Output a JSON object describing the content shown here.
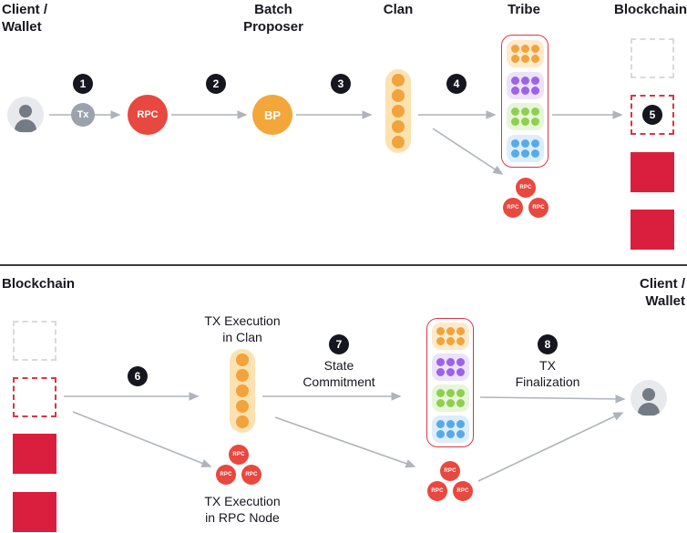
{
  "labels": {
    "rpc": "RPC",
    "tx": "Tx",
    "bp": "BP"
  },
  "steps": {
    "s1": "1",
    "s2": "2",
    "s3": "3",
    "s4": "4",
    "s5": "5",
    "s6": "6",
    "s7": "7",
    "s8": "8"
  },
  "top": {
    "header": {
      "client_wallet": "Client /\nWallet",
      "batch_proposer": "Batch\nProposer",
      "clan": "Clan",
      "tribe": "Tribe",
      "blockchain": "Blockchain"
    }
  },
  "bottom": {
    "header": {
      "blockchain": "Blockchain",
      "client_wallet": "Client /\nWallet"
    },
    "captions": {
      "tx_execution_clan": "TX Execution\nin Clan",
      "state_commitment": "State\nCommitment",
      "tx_finalization": "TX\nFinalization",
      "tx_execution_rpc": "TX Execution\nin RPC Node"
    }
  },
  "colors": {
    "rpc_red": "#E8483F",
    "block_crimson": "#D91F3D",
    "bp_orange": "#F3A73A",
    "clan_orange": "#F2A33C",
    "badge_dark": "#16161E",
    "tribe_border": "#D63847",
    "arrow_gray": "#AFB4BA"
  }
}
